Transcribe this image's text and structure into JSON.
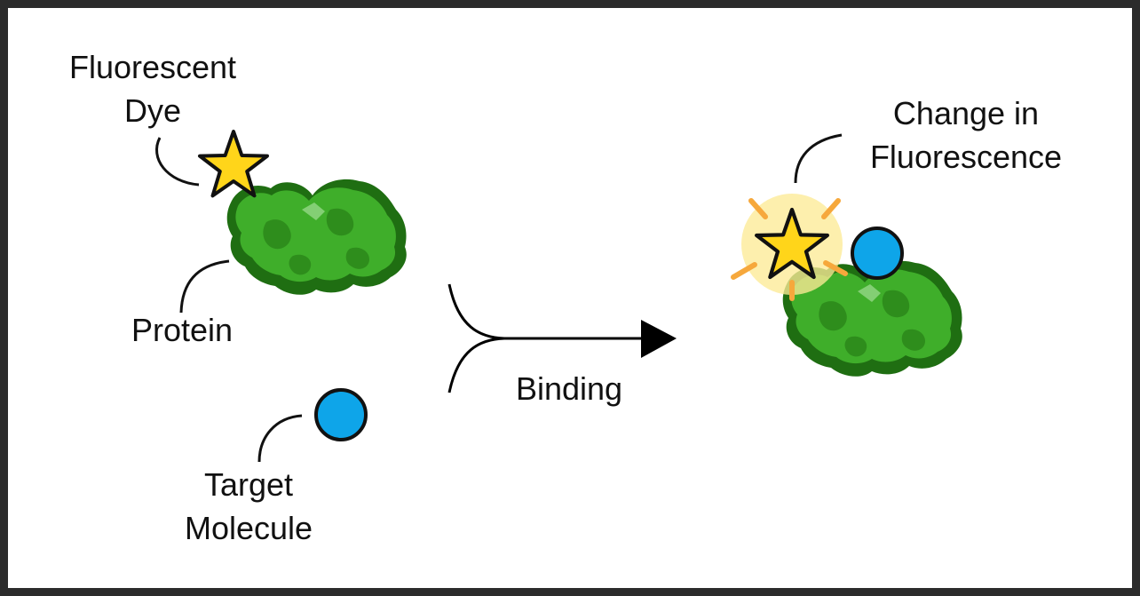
{
  "labels": {
    "dye_line1": "Fluorescent",
    "dye_line2": "Dye",
    "protein": "Protein",
    "target_line1": "Target",
    "target_line2": "Molecule",
    "binding": "Binding",
    "change_line1": "Change in",
    "change_line2": "Fluorescence"
  },
  "colors": {
    "frame": "#2b2b2b",
    "protein_green": "#3fae2a",
    "protein_dark": "#1f6e12",
    "star_yellow": "#ffd51a",
    "glow": "#fdeb96",
    "rays": "#f6a83c",
    "target_blue": "#0ea5e9",
    "arrow": "#000000"
  }
}
